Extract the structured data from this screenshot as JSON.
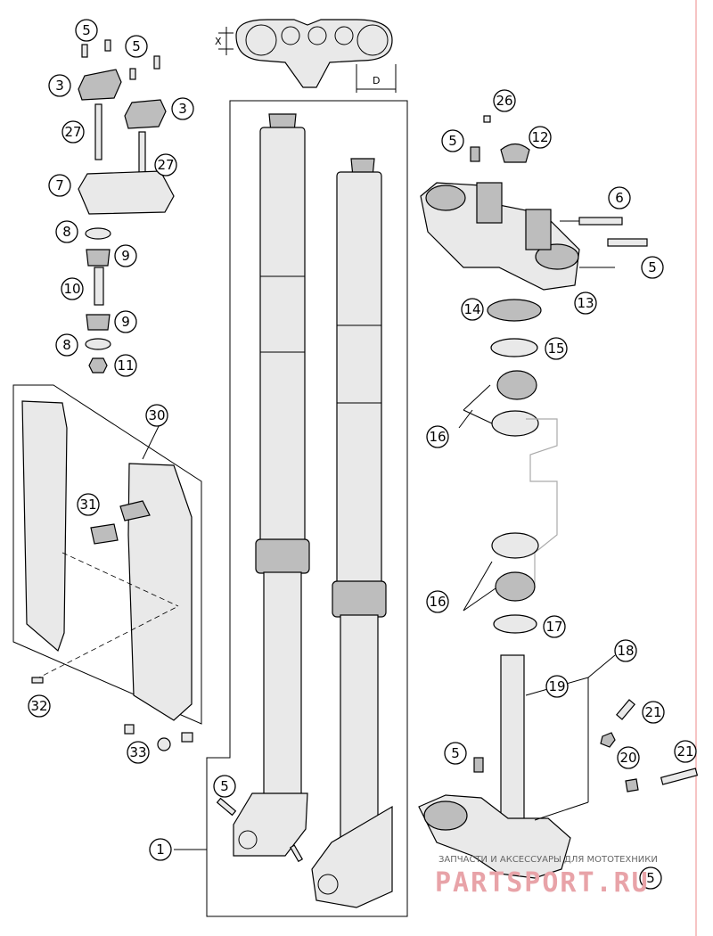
{
  "dimension_labels": {
    "x": "X",
    "d": "D"
  },
  "callouts": {
    "c1": "1",
    "c3a": "3",
    "c3b": "3",
    "c5a": "5",
    "c5b": "5",
    "c5c": "5",
    "c5d": "5",
    "c5e": "5",
    "c5f": "5",
    "c5g": "5",
    "c6": "6",
    "c7": "7",
    "c8a": "8",
    "c8b": "8",
    "c9a": "9",
    "c9b": "9",
    "c10": "10",
    "c11": "11",
    "c12": "12",
    "c13": "13",
    "c14": "14",
    "c15": "15",
    "c16a": "16",
    "c16b": "16",
    "c17": "17",
    "c18": "18",
    "c19": "19",
    "c20": "20",
    "c21a": "21",
    "c21b": "21",
    "c26": "26",
    "c27a": "27",
    "c27b": "27",
    "c30": "30",
    "c31": "31",
    "c32": "32",
    "c33": "33"
  },
  "watermark": {
    "caption": "ЗАПЧАСТИ И АКСЕССУАРЫ ДЛЯ МОТОТЕХНИКИ",
    "brand": "PARTSPORT.RU"
  }
}
